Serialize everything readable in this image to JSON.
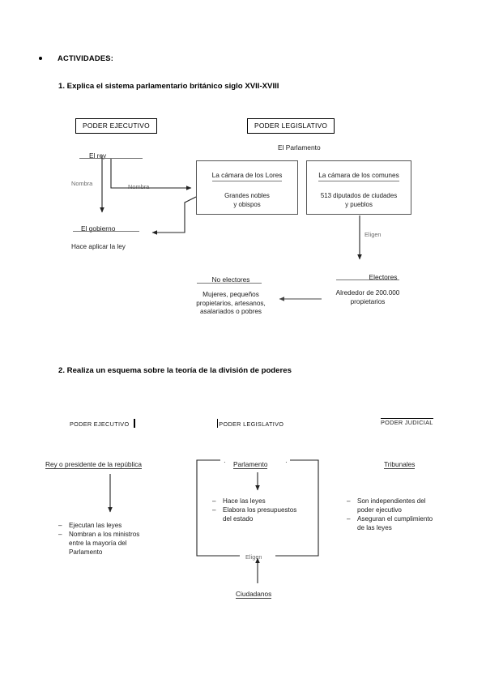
{
  "page": {
    "background": "#ffffff",
    "ink": "#1a1a1a",
    "muted": "#6b6b6b"
  },
  "heading": {
    "bullet_label": "ACTIVIDADES:"
  },
  "exercise1": {
    "question": "1. Explica el sistema parlamentario británico siglo XVII-XVIII",
    "executive_box": "PODER EJECUTIVO",
    "legislative_box": "PODER LEGISLATIVO",
    "parliament_label": "El Parlamento",
    "king": "El rey",
    "government": "El gobierno",
    "government_note": "Hace aplicar la ley",
    "appoints_left": "Nombra",
    "appoints_right": "Nombra",
    "lords": {
      "title": "La cámara de los Lores",
      "body": "Grandes nobles\ny obispos"
    },
    "commons": {
      "title": "La cámara de los comunes",
      "body": "513 diputados de ciudades\ny pueblos"
    },
    "elect_label": "Eligen",
    "electors": {
      "title": "Electores",
      "body": "Alrededor de 200.000\npropietarios"
    },
    "non_electors": {
      "title": "No electores",
      "body": "Mujeres, pequeños\npropietarios, artesanos,\nasalariados o pobres"
    }
  },
  "exercise2": {
    "question": "2. Realiza un esquema sobre la teoría de la división de poderes",
    "headers": {
      "executive": "PODER EJECUTIVO",
      "legislative": "PODER LEGISLATIVO",
      "judicial": "PODER JUDICIAL"
    },
    "executive": {
      "title": "Rey o presidente de la república",
      "items": [
        "Ejecutan las leyes",
        "Nombran a los ministros\nentre la mayoría del\nParlamento"
      ]
    },
    "legislative": {
      "title": "Parlamento",
      "items": [
        "Hace las leyes",
        "Elabora los presupuestos\ndel estado"
      ]
    },
    "judicial": {
      "title": "Tribunales",
      "items": [
        "Son independientes del\npoder ejecutivo",
        "Aseguran el cumplimiento\nde las leyes"
      ]
    },
    "elect_label": "Eligen",
    "citizens": "Ciudadanos",
    "dot_marker": "·",
    "dash_marker": "–"
  }
}
